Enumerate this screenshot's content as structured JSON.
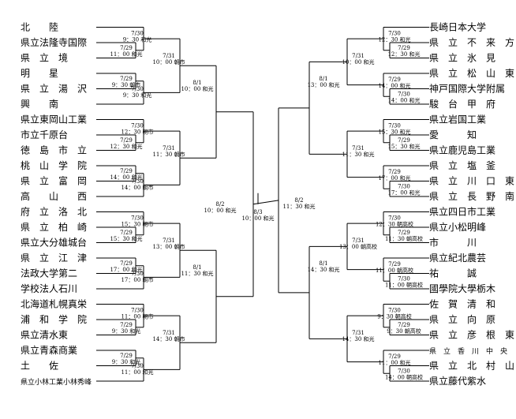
{
  "left_teams": [
    "北　　陸",
    "県立法隆寺国際",
    "県　立　境",
    "明　　星",
    "県　立　湯　沢",
    "興　　南",
    "県立東岡山工業",
    "市立千原台",
    "徳　島　市　立",
    "桃　山　学　院",
    "県　立　富　岡",
    "高　　山　　西",
    "府　立　洛　北",
    "県　立　柏　崎",
    "県立大分雄城台",
    "県　立　江　津",
    "法政大学第二",
    "学校法人石川",
    "北海道札幌真栄",
    "浦　和　学　院",
    "県立清水東",
    "県立青森商業",
    "土　　佐",
    "県立小林工業小林秀峰"
  ],
  "right_teams": [
    "長崎日本大学",
    "県　立　不　来　方",
    "県　立　氷　見",
    "県　立　松　山　東",
    "神戸国際大学附属",
    "駿　台　甲　府",
    "県立岩国工業",
    "愛　　　知",
    "県立鹿児島工業",
    "県　立　塩　釜",
    "県　立　川　口　東",
    "県　立　長　野　南",
    "県立四日市工業",
    "県立小松明峰",
    "市　　　川",
    "県立紀北農芸",
    "祐　　　誠",
    "國學院大學栃木",
    "佐　賀　清　和",
    "県　立　向　原",
    "県　立　彦　根　東",
    "県　立　香　川　中　央",
    "県　立　北　村　山",
    "県立藤代紫水"
  ],
  "left_r1_dates": [
    "7/30",
    "7/29",
    "7/29",
    "7/30",
    "7/30",
    "7/29",
    "7/29",
    "7/30",
    "7/30",
    "7/29",
    "7/29",
    "7/30",
    "7/30",
    "7/29",
    "7/29",
    "7/30"
  ],
  "left_r1_times": [
    "9：30 和光",
    "11：00 和光",
    "9：30 朝市",
    "9：30 和光",
    "12：30 朝市",
    "12：30 和光",
    "14：00 和光",
    "14：00 朝市",
    "15：30 朝市",
    "15：30 和光",
    "17：00 和光",
    "17：00 朝市",
    "11：00 朝市",
    "9：30 和光",
    "9：30 和光",
    "11：00 和光"
  ],
  "left_r2_dates": [
    "7/31",
    "7/31",
    "7/31",
    "7/31"
  ],
  "left_r2_times": [
    "10：00 朝市",
    "11：30 朝市",
    "13：00 朝市",
    "14：30 朝市"
  ],
  "left_r3_dates": [
    "8/1",
    "8/1"
  ],
  "left_r3_times": [
    "10：00 和光",
    "11：30 和光"
  ],
  "left_sf_date": "8/2",
  "left_sf_time": "10：00 和光",
  "final_date": "8/3",
  "final_time": "10：00 和光",
  "right_sf_date": "8/2",
  "right_sf_time": "11：30 和光",
  "right_r3_dates": [
    "8/1",
    "8/1"
  ],
  "right_r3_times": [
    "13：00 和光",
    "14：30 和光"
  ],
  "right_r2_dates": [
    "7/31",
    "7/31",
    "7/31",
    "7/31"
  ],
  "right_r2_times": [
    "10：00 和光",
    "11：30 和光",
    "13：00 朝高校",
    "14：30 和光"
  ],
  "right_r1_dates": [
    "7/30",
    "7/29",
    "7/29",
    "7/30",
    "7/30",
    "7/29",
    "7/29",
    "7/30",
    "7/30",
    "7/29",
    "7/29",
    "7/30",
    "7/30",
    "7/29",
    "7/29",
    "7/30"
  ],
  "right_r1_times": [
    "12：30 和光",
    "12：30 和光",
    "14：00 和光",
    "14：00 和光",
    "15：30 和光",
    "15：30 和光",
    "17：00 和光",
    "17：00 和光",
    "12：30 朝高校",
    "11：30 朝高校",
    "11：00 朝高校",
    "11：00 朝高校",
    "9：30 朝高校",
    "9：30 朝高校",
    "11：00 和光",
    "14：00 朝高校"
  ]
}
